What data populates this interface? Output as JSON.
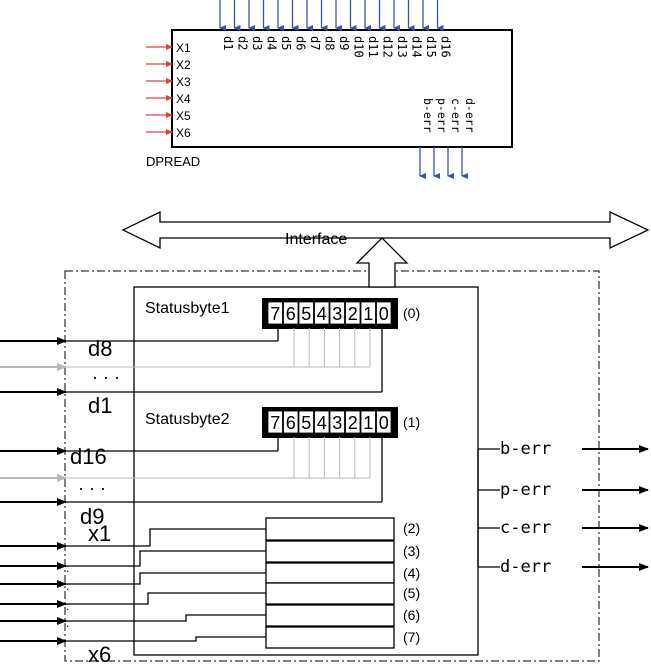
{
  "block": {
    "name": "DPREAD",
    "inputs": [
      "X1",
      "X2",
      "X3",
      "X4",
      "X5",
      "X6"
    ],
    "data_outputs": [
      "d1",
      "d2",
      "d3",
      "d4",
      "d5",
      "d6",
      "d7",
      "d8",
      "d9",
      "d10",
      "d11",
      "d12",
      "d13",
      "d14",
      "d15",
      "d16"
    ],
    "error_outputs": [
      "b-err",
      "p-err",
      "c-err",
      "d-err"
    ]
  },
  "interface": {
    "label": "Interface"
  },
  "status1": {
    "label": "Statusbyte1",
    "index": "(0)"
  },
  "status2": {
    "label": "Statusbyte2",
    "index": "(1)"
  },
  "bits": [
    "7",
    "6",
    "5",
    "4",
    "3",
    "2",
    "1",
    "0"
  ],
  "left_inputs": {
    "d8": "d8",
    "dots1": "· · ·",
    "d1": "d1",
    "d16": "d16",
    "dots2": "· · ·",
    "d9": "d9",
    "x1": "x1",
    "x6": "x6"
  },
  "reg_indices": [
    "(2)",
    "(3)",
    "(4)",
    "(5)",
    "(6)",
    "(7)"
  ],
  "outputs": [
    "b-err",
    "p-err",
    "c-err",
    "d-err"
  ],
  "colors": {
    "arrow_blue": "#3355aa",
    "arrow_red": "#d9453c",
    "gray_line": "#b8b8b8"
  }
}
